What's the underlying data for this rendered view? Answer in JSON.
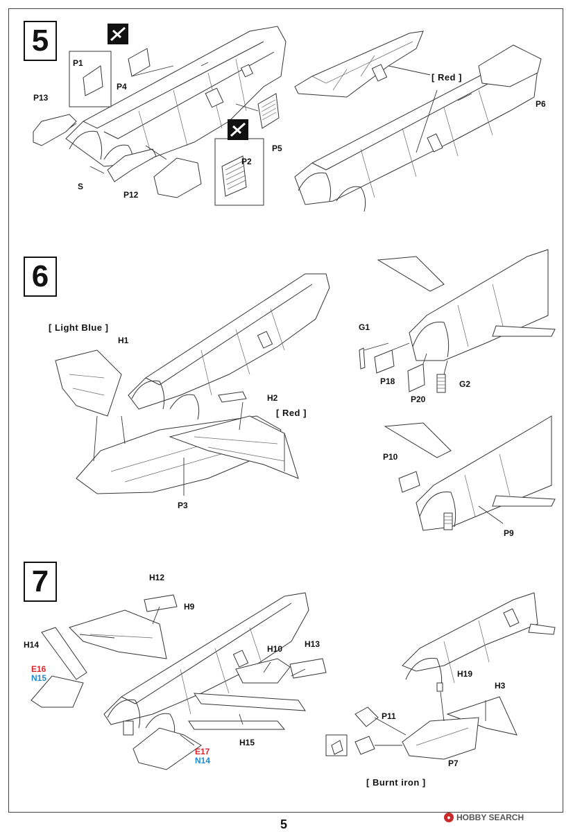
{
  "page": {
    "number": "5",
    "watermark": "HOBBY SEARCH"
  },
  "steps": [
    {
      "number": "5",
      "labels": {
        "p1": "P1",
        "p4": "P4",
        "p13": "P13",
        "s": "S",
        "p12": "P12",
        "p5": "P5",
        "p2": "P2",
        "red": "[ Red ]",
        "p6": "P6"
      }
    },
    {
      "number": "6",
      "labels": {
        "light_blue": "[ Light Blue ]",
        "h1": "H1",
        "h2": "H2",
        "red": "[ Red ]",
        "p3": "P3",
        "g1": "G1",
        "p18": "P18",
        "p20": "P20",
        "g2": "G2",
        "p10": "P10",
        "p9": "P9"
      }
    },
    {
      "number": "7",
      "labels": {
        "h12": "H12",
        "h9": "H9",
        "h14": "H14",
        "e16": "E16",
        "n15": "N15",
        "h10": "H10",
        "h13": "H13",
        "h15": "H15",
        "e17": "E17",
        "n14": "N14",
        "h19": "H19",
        "h3": "H3",
        "p11": "P11",
        "p7": "P7",
        "burnt_iron": "[ Burnt iron ]"
      }
    }
  ],
  "colors": {
    "line": "#333333",
    "paint_red_label": "#d8252c",
    "paint_blue_label": "#1c8ad6"
  }
}
